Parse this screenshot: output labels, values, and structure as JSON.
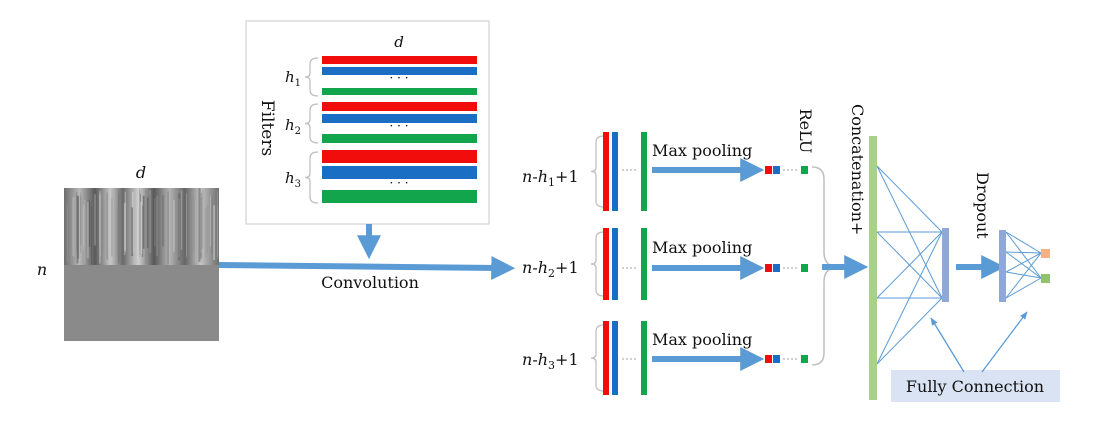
{
  "colors": {
    "red": "#f20d0d",
    "blue": "#1a6fc4",
    "green": "#12a54b",
    "arrow": "#5b9bd5",
    "line": "#5b9bd5",
    "concat_bar": "#a9d18e",
    "hidden_bar": "#8fa8d8",
    "out_orange": "#f4b183",
    "out_green": "#8fc16f",
    "fc_box": "#dae3f3",
    "filter_border": "#c8c8c8",
    "brace": "#bfbfbf"
  },
  "input": {
    "label_d": "d",
    "label_n": "n"
  },
  "filters": {
    "title": "Filters",
    "label_d": "d",
    "h": [
      "h",
      "h",
      "h"
    ],
    "sub": [
      "1",
      "2",
      "3"
    ],
    "dots": "· · ·"
  },
  "convolution_label": "Convolution",
  "feature_maps": [
    {
      "n": "n",
      "minus": "-",
      "h": "h",
      "sub": "1",
      "plus": "+1"
    },
    {
      "n": "n",
      "minus": "-",
      "h": "h",
      "sub": "2",
      "plus": "+1"
    },
    {
      "n": "n",
      "minus": "-",
      "h": "h",
      "sub": "3",
      "plus": "+1"
    }
  ],
  "max_pooling_label": "Max pooling",
  "concat_label": "Concatenation+",
  "relu_label": "ReLU",
  "dropout_label": "Dropout",
  "fully_connection_label": "Fully Connection"
}
